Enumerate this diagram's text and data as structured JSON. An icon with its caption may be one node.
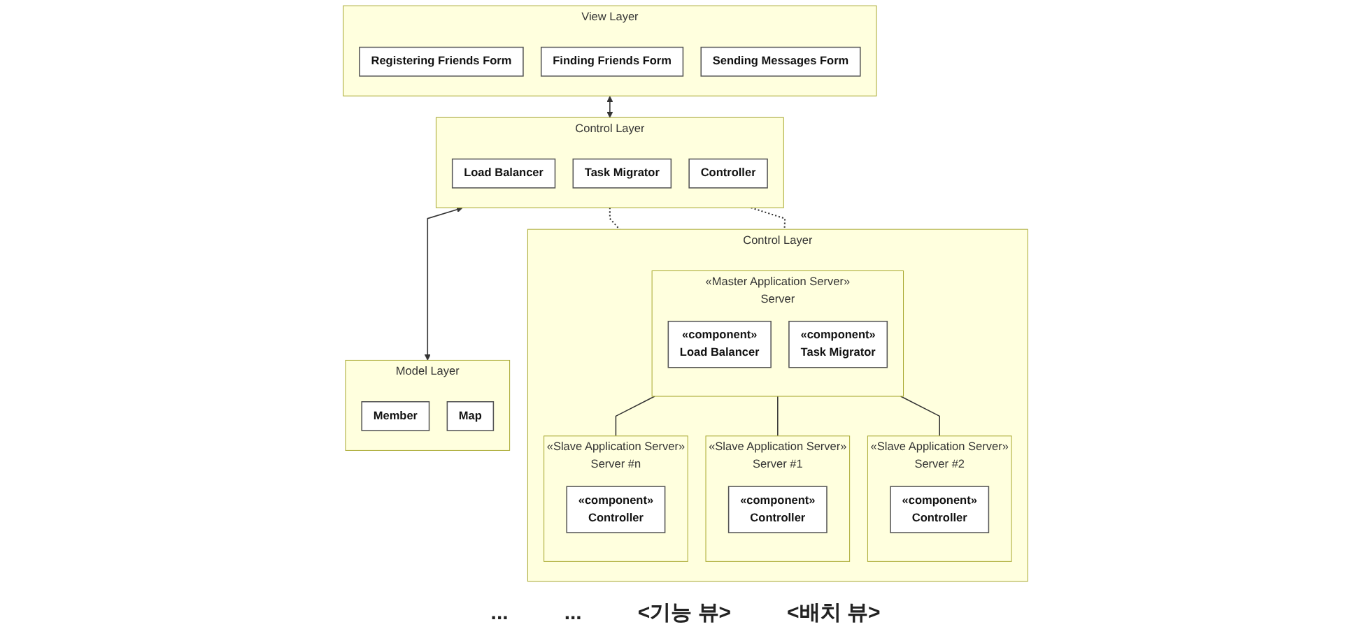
{
  "diagram": {
    "nodes": [
      {
        "text": [
          "View Layer"
        ]
      },
      {
        "text": [
          "Registering Friends Form"
        ],
        "in": 0
      },
      {
        "text": [
          "Finding Friends Form"
        ],
        "in": 0
      },
      {
        "text": [
          "Sending Messages Form"
        ],
        "in": 0
      },
      {
        "text": [
          "Control Layer"
        ]
      },
      {
        "text": [
          "Load Balancer"
        ],
        "in": 4
      },
      {
        "text": [
          "Task Migrator"
        ],
        "in": 4
      },
      {
        "text": [
          "Controller"
        ],
        "in": 4
      },
      {
        "text": [
          "Model Layer"
        ]
      },
      {
        "text": [
          "Member"
        ],
        "in": 8
      },
      {
        "text": [
          "Map"
        ],
        "in": 8
      },
      {
        "text": [
          "Control Layer"
        ]
      },
      {
        "text": [
          "«Master Application Server»",
          "Server"
        ],
        "in": 11
      },
      {
        "text": [
          "«component»",
          "Load Balancer"
        ],
        "in": 12
      },
      {
        "text": [
          "«component»",
          "Task Migrator"
        ],
        "in": 12
      },
      {
        "text": [
          "«Slave Application Server»",
          "Server #1"
        ],
        "in": 11
      },
      {
        "text": [
          "«component»",
          "Controller"
        ],
        "in": 15
      },
      {
        "text": [
          "«Slave Application Server»",
          "Server #2"
        ],
        "in": 11
      },
      {
        "text": [
          "«component»",
          "Controller"
        ],
        "in": 17
      },
      {
        "text": [
          "«Slave Application Server»",
          "Server #n"
        ],
        "in": 11
      },
      {
        "text": [
          "«component»",
          "Controller"
        ],
        "in": 19
      }
    ],
    "edges": [
      {
        "from": 0,
        "to": 4,
        "arrow": "both"
      },
      {
        "from": 4,
        "to": 8,
        "arrow": "both"
      },
      {
        "from": 4,
        "to": 11,
        "arrow": "none",
        "style": "dashed"
      },
      {
        "from": 4,
        "to": 11,
        "arrow": "none",
        "style": "dashed"
      },
      {
        "from": 12,
        "to": 15,
        "arrow": "none"
      },
      {
        "from": 12,
        "to": 17,
        "arrow": "none"
      },
      {
        "from": 12,
        "to": 19,
        "arrow": "none"
      }
    ],
    "labels": [
      "...",
      "...",
      "<기능 뷰>",
      "<배치 뷰>"
    ]
  }
}
